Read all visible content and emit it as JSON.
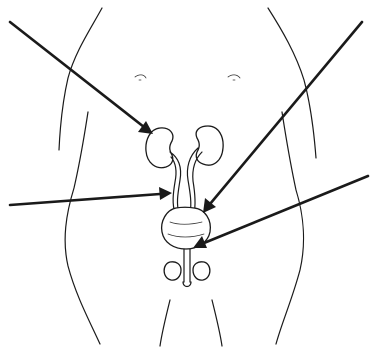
{
  "diagram": {
    "subject": "urinary system",
    "style": "monochrome line drawing",
    "labels_printed": false,
    "structures": [
      "kidney-left",
      "kidney-right",
      "ureter-left",
      "ureter-right",
      "bladder",
      "urethra"
    ],
    "arrow_targets": [
      "kidney",
      "ureter",
      "bladder",
      "urethra"
    ]
  }
}
